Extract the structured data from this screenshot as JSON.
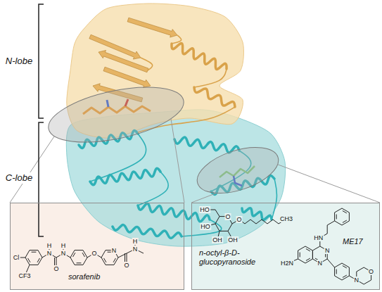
{
  "diagram": {
    "nodes": [
      {
        "text": [
          "sorafenib"
        ]
      },
      {
        "text": [
          "n-octyl-β-D-glucopyranoside",
          "ME17"
        ]
      }
    ],
    "labels": [
      "N-lobe",
      "C-lobe",
      "Cl",
      "CF3",
      "H",
      "N",
      "O",
      "H",
      "N",
      "O",
      "N",
      "O",
      "N",
      "H",
      "HO",
      "O",
      "O",
      "CH3",
      "HO",
      "OH",
      "OH",
      "HN",
      "N",
      "N",
      "H2N",
      "N",
      "O"
    ]
  }
}
